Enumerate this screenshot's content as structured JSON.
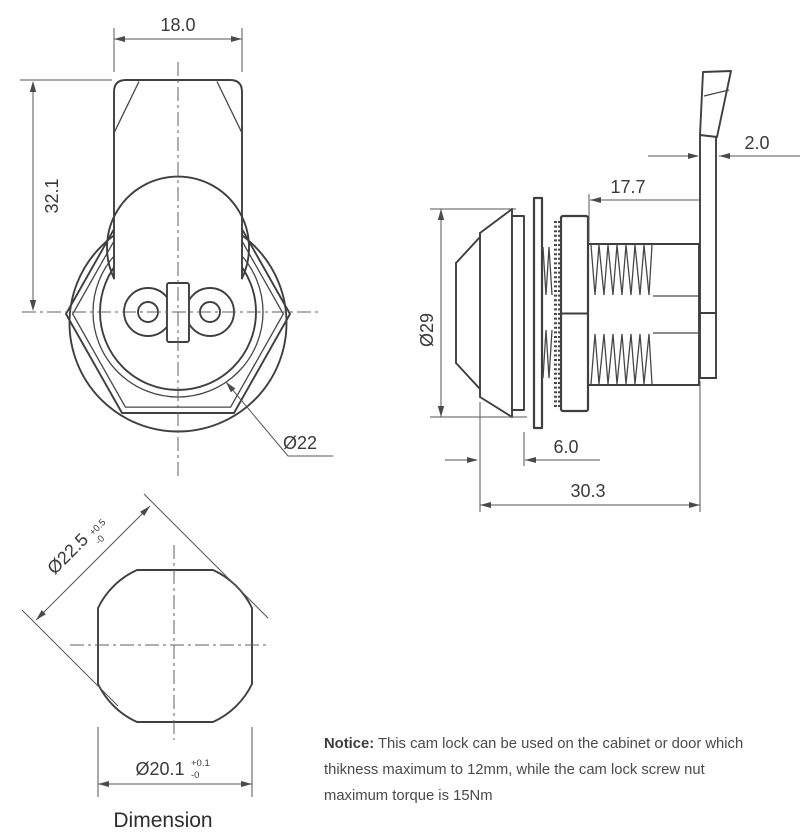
{
  "drawing": {
    "front_view": {
      "width": "18.0",
      "height": "32.1",
      "cylinder_diameter": "Ø22"
    },
    "side_view": {
      "cam_thickness": "2.0",
      "thread_length": "17.7",
      "head_diameter": "Ø29",
      "grip_length": "6.0",
      "total_length": "30.3"
    },
    "cutout_view": {
      "corner_diameter": "Ø22.5",
      "corner_tol_upper": "+0.5",
      "corner_tol_lower": "-0",
      "flat_diameter": "Ø20.1",
      "flat_tol_upper": "+0.1",
      "flat_tol_lower": "-0"
    },
    "caption": "Dimension"
  },
  "notice": {
    "label": "Notice:",
    "line1": " This cam lock can be used on the cabinet or door which",
    "line2": "thikness maximum to 12mm, while the cam lock screw nut",
    "line3": "maximum torque is 15Nm"
  },
  "colors": {
    "background": "#ffffff",
    "part_line": "#3f3f3f",
    "dimension_line": "#555555",
    "text": "#3a3a3a"
  }
}
